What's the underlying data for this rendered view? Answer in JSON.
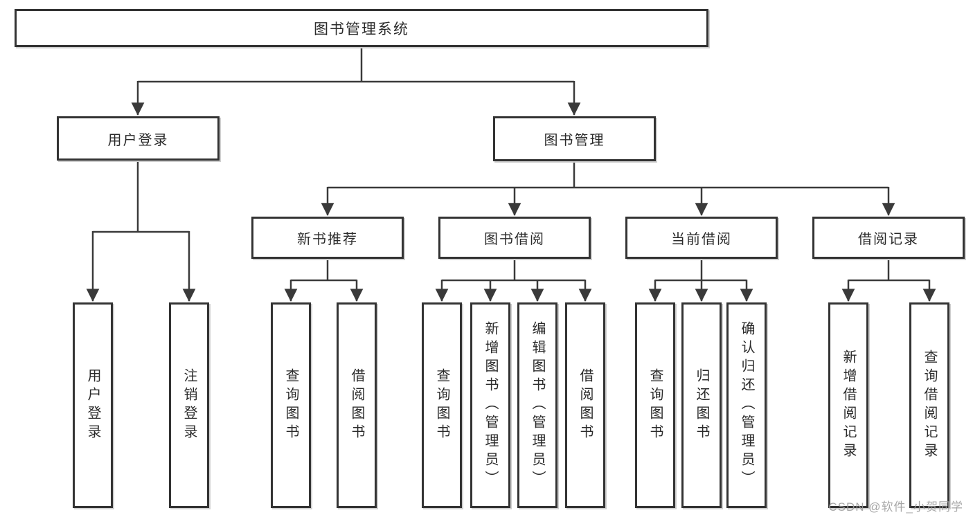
{
  "tree": {
    "root": {
      "label": "图书管理系统"
    },
    "branches": [
      {
        "label": "用户登录",
        "children": [
          "用户登录",
          "注销登录"
        ]
      },
      {
        "label": "图书管理",
        "groups": [
          {
            "label": "新书推荐",
            "children": [
              "查询图书",
              "借阅图书"
            ]
          },
          {
            "label": "图书借阅",
            "children": [
              "查询图书",
              "新增图书（管理员）",
              "编辑图书（管理员）",
              "借阅图书"
            ]
          },
          {
            "label": "当前借阅",
            "children": [
              "查询图书",
              "归还图书",
              "确认归还（管理员）"
            ]
          },
          {
            "label": "借阅记录",
            "children": [
              "新增借阅记录",
              "查询借阅记录"
            ]
          }
        ]
      }
    ]
  },
  "watermark": {
    "text": "CSDN @软件_小贺同学"
  },
  "colors": {
    "line": "#3a3a3a",
    "box_border": "#333333",
    "box_fill": "#ffffff",
    "text": "#2b2b2b",
    "watermark": "#9f9f9f"
  }
}
